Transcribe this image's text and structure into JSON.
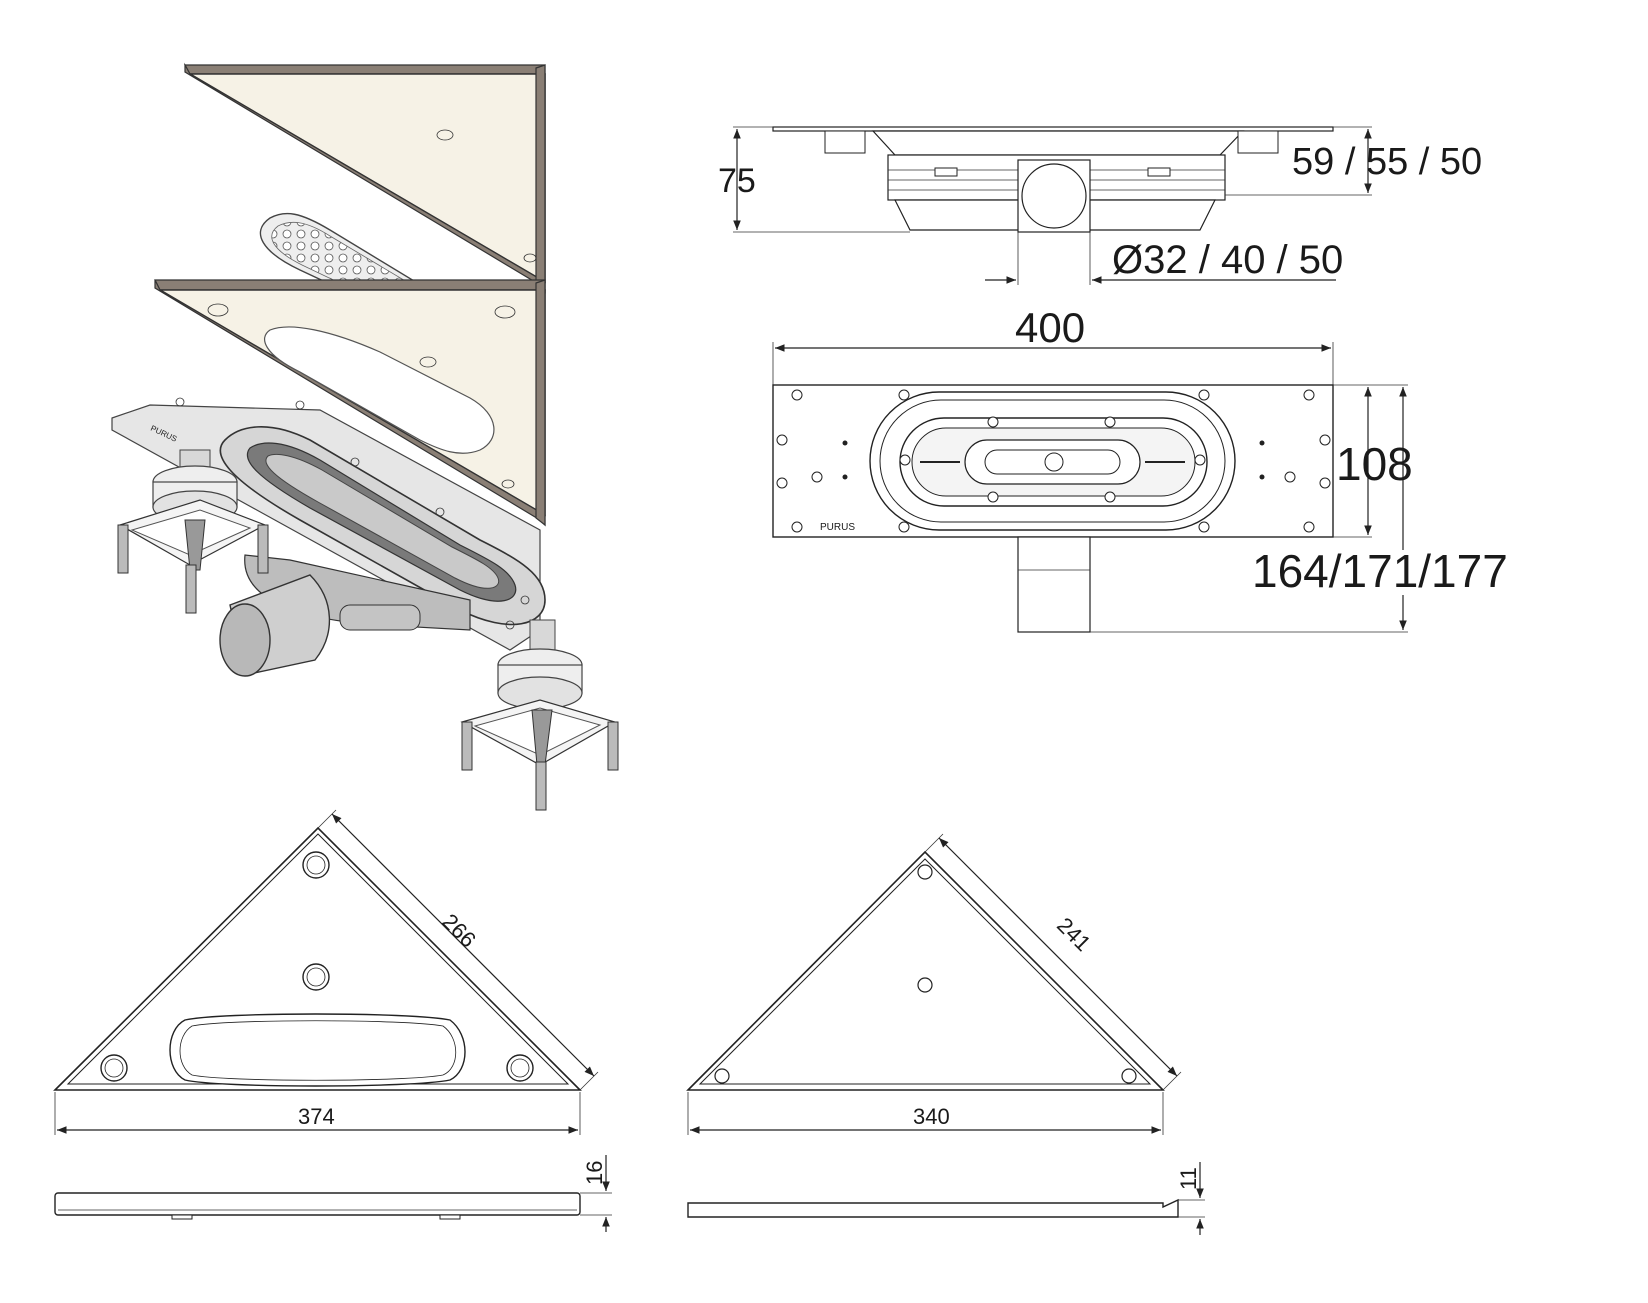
{
  "dimensions": {
    "side_height": "75",
    "side_heights": "59 / 55 / 50",
    "outlet_diameters": "Ø32 / 40 / 50",
    "top_width": "400",
    "top_depth": "108",
    "total_heights": "164/171/177",
    "tile_plate_edge": "266",
    "tile_plate_base": "374",
    "tile_plate_thickness": "16",
    "grate_plate_edge": "241",
    "grate_plate_base": "340",
    "grate_plate_thickness": "11"
  },
  "labels": {
    "brand_mark": "PURUS"
  },
  "colors": {
    "line": "#222222",
    "plate_fill": "#f6f2e6",
    "plate_edge": "#8a7f75",
    "steel": "#e6e6e6"
  }
}
